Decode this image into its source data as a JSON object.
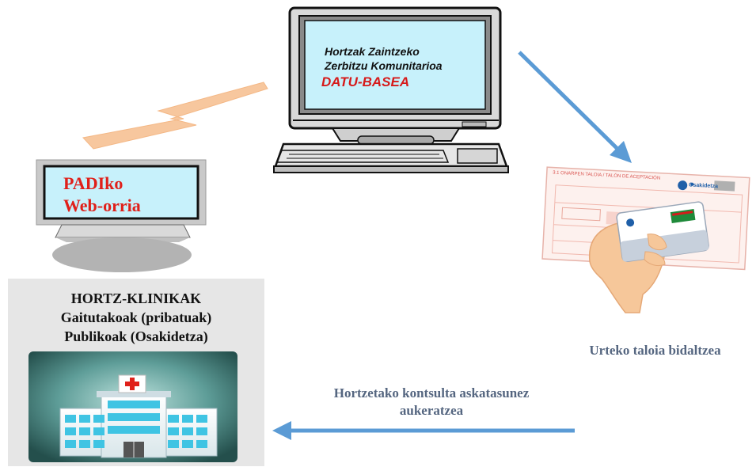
{
  "database_monitor": {
    "line1": "Hortzak Zaintzeko",
    "line2": "Zerbitzu Komunitarioa",
    "line3": "DATU-BASEA"
  },
  "padi_monitor": {
    "line1": "PADIko",
    "line2": "Web-orria"
  },
  "clinics": {
    "line1": "HORTZ-KLINIKAK",
    "line2": "Gaitutakoak (pribatuak)",
    "line3": "Publikoak (Osakidetza)"
  },
  "captions": {
    "voucher": "Urteko taloia bidaltzea",
    "choose_line1": "Hortzetako kontsulta askatasunez",
    "choose_line2": "aukeratzea"
  },
  "voucher_card": {
    "form_title": "3.1 ONARPEN TALOIA / TALÓN DE ACEPTACIÓN",
    "brand": "Osakidetza"
  },
  "colors": {
    "screen": "#c7f1fb",
    "arrow": "#5b9bd5",
    "lightning": "#f7c79e",
    "database_label": "#d61a1a",
    "padi_label": "#e0201a",
    "caption": "#556680",
    "clinic_panel": "#e6e6e6",
    "hospital_bg": "#2f6f6c"
  }
}
